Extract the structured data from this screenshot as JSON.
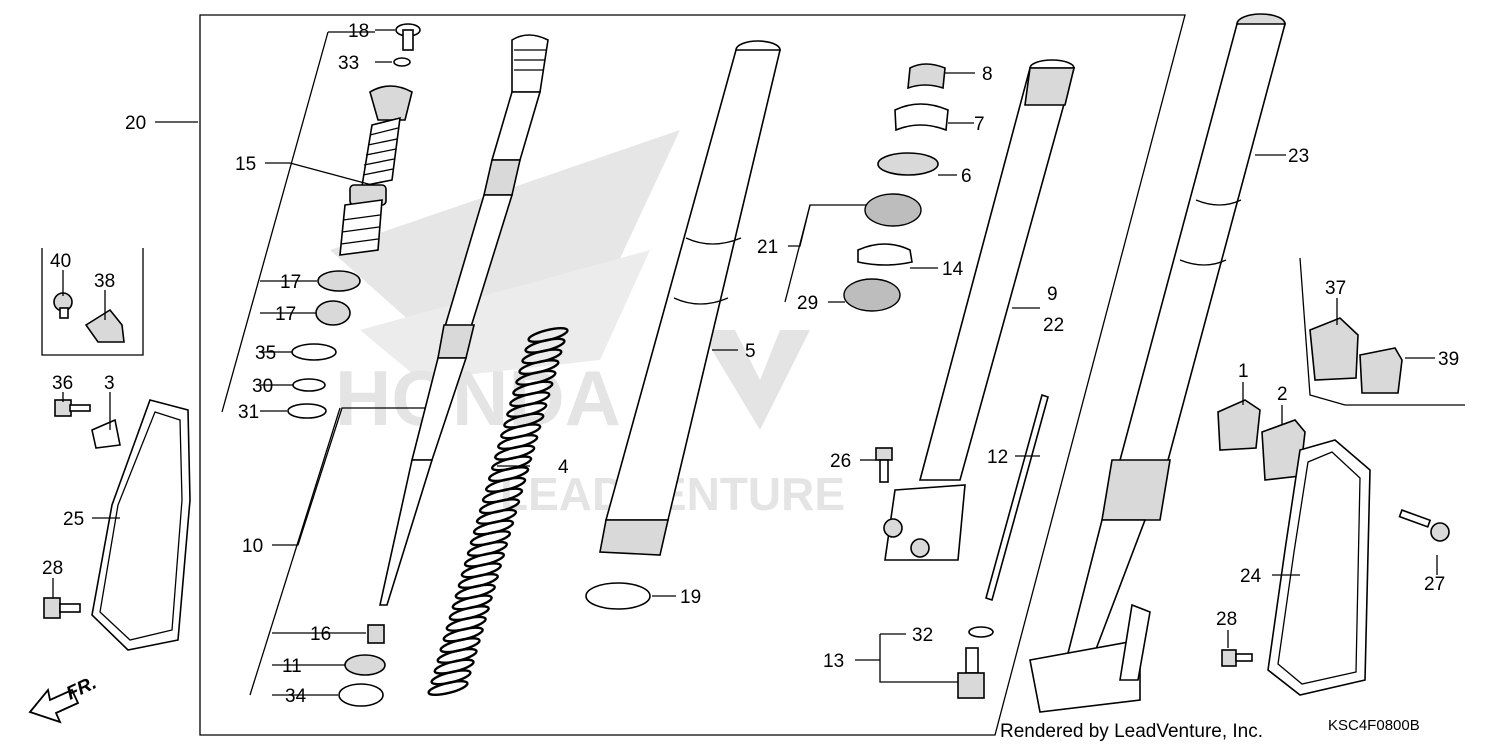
{
  "diagram": {
    "callouts": [
      {
        "id": "c18",
        "text": "18"
      },
      {
        "id": "c33",
        "text": "33"
      },
      {
        "id": "c20",
        "text": "20"
      },
      {
        "id": "c15",
        "text": "15"
      },
      {
        "id": "c17a",
        "text": "17"
      },
      {
        "id": "c17b",
        "text": "17"
      },
      {
        "id": "c35",
        "text": "35"
      },
      {
        "id": "c30",
        "text": "30"
      },
      {
        "id": "c31",
        "text": "31"
      },
      {
        "id": "c10",
        "text": "10"
      },
      {
        "id": "c16",
        "text": "16"
      },
      {
        "id": "c11",
        "text": "11"
      },
      {
        "id": "c34",
        "text": "34"
      },
      {
        "id": "c4",
        "text": "4"
      },
      {
        "id": "c5",
        "text": "5"
      },
      {
        "id": "c19",
        "text": "19"
      },
      {
        "id": "c8",
        "text": "8"
      },
      {
        "id": "c7",
        "text": "7"
      },
      {
        "id": "c6",
        "text": "6"
      },
      {
        "id": "c21",
        "text": "21"
      },
      {
        "id": "c14",
        "text": "14"
      },
      {
        "id": "c29",
        "text": "29"
      },
      {
        "id": "c9",
        "text": "9"
      },
      {
        "id": "c22",
        "text": "22"
      },
      {
        "id": "c26",
        "text": "26"
      },
      {
        "id": "c12",
        "text": "12"
      },
      {
        "id": "c32",
        "text": "32"
      },
      {
        "id": "c13",
        "text": "13"
      },
      {
        "id": "c23",
        "text": "23"
      },
      {
        "id": "c40",
        "text": "40"
      },
      {
        "id": "c38",
        "text": "38"
      },
      {
        "id": "c36",
        "text": "36"
      },
      {
        "id": "c3",
        "text": "3"
      },
      {
        "id": "c25",
        "text": "25"
      },
      {
        "id": "c28a",
        "text": "28"
      },
      {
        "id": "c37",
        "text": "37"
      },
      {
        "id": "c39",
        "text": "39"
      },
      {
        "id": "c1",
        "text": "1"
      },
      {
        "id": "c2",
        "text": "2"
      },
      {
        "id": "c24",
        "text": "24"
      },
      {
        "id": "c27",
        "text": "27"
      },
      {
        "id": "c28b",
        "text": "28"
      }
    ],
    "direction_label": "FR.",
    "footer": "Rendered by LeadVenture, Inc.",
    "code": "KSC4F0800B",
    "watermark_brand": "HONDA",
    "watermark_text": "LEADVENTURE"
  }
}
